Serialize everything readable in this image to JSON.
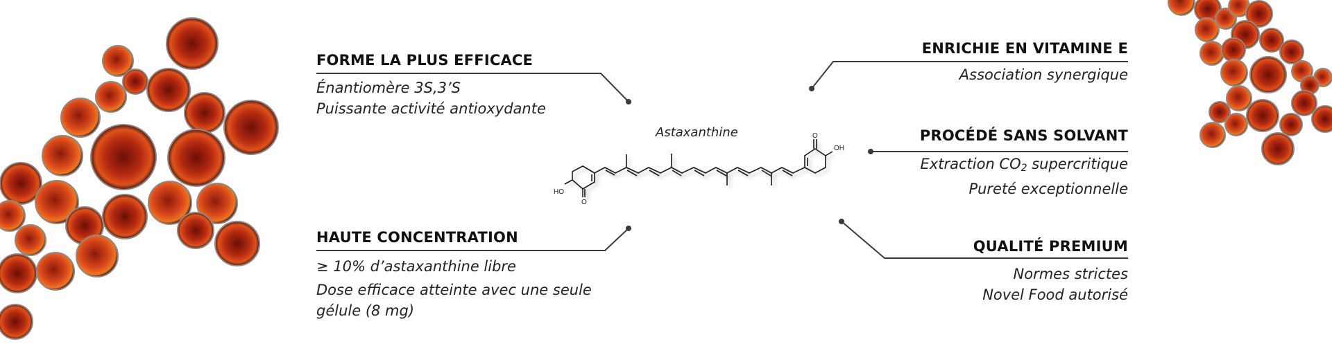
{
  "molecule": {
    "name": "Astaxanthine",
    "labels": {
      "ho_left": "HO",
      "o_left": "O",
      "o_right": "O",
      "oh_right": "OH"
    }
  },
  "features": {
    "forme": {
      "title": "FORME LA PLUS EFFICACE",
      "lines": [
        "Énantiomère 3S,3’S",
        "Puissante activité antioxydante"
      ]
    },
    "concentration": {
      "title": "HAUTE CONCENTRATION",
      "lines": [
        "≥ 10% d’astaxanthine libre",
        "Dose efficace atteinte avec une seule",
        "gélule (8 mg)"
      ]
    },
    "vitamine": {
      "title": "ENRICHIE EN VITAMINE E",
      "lines": [
        "Association synergique"
      ]
    },
    "procede": {
      "title": "PROCÉDÉ SANS SOLVANT",
      "line1_pre": "Extraction CO",
      "line1_sub": "2",
      "line1_post": " supercritique",
      "line2": "Pureté exceptionnelle"
    },
    "qualite": {
      "title": "QUALITÉ PREMIUM",
      "lines": [
        "Normes strictes",
        "Novel Food autorisé"
      ]
    }
  },
  "colors": {
    "connector": "#3a3a3a",
    "cell_light": "#e8521a",
    "cell_dark": "#5a0e08"
  }
}
